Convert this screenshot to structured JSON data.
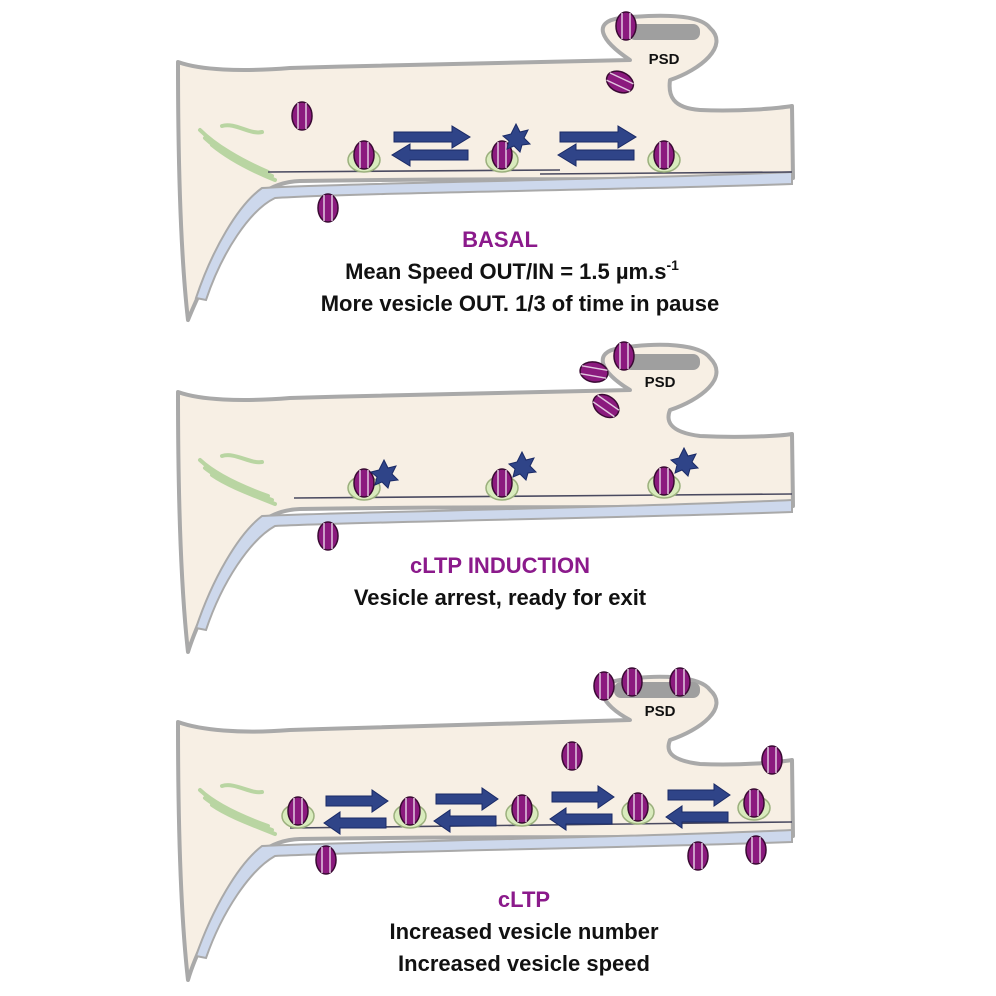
{
  "panels": [
    {
      "id": "basal",
      "psd_label": "PSD",
      "title": "BASAL",
      "line1_main": "Mean Speed OUT/IN = 1.5 µm.s",
      "line1_sup": "-1",
      "line2": "More vesicle OUT. 1/3 of time in pause"
    },
    {
      "id": "induction",
      "psd_label": "PSD",
      "title": "cLTP INDUCTION",
      "line1": "Vesicle arrest, ready for exit"
    },
    {
      "id": "cltp",
      "psd_label": "PSD",
      "title": "cLTP",
      "line1": "Increased vesicle number",
      "line2": "Increased vesicle speed"
    }
  ],
  "colors": {
    "dendrite_fill": "#f7efe4",
    "dendrite_outline": "#a9a9a9",
    "er_fill": "#cdd8ec",
    "golgi": "#b9d5a2",
    "vesicle": "#8b1a7e",
    "motor": "#d9ebbd",
    "arrow": "#2f4488",
    "psd": "#9f9f9f",
    "title": "#8b1a8b"
  }
}
